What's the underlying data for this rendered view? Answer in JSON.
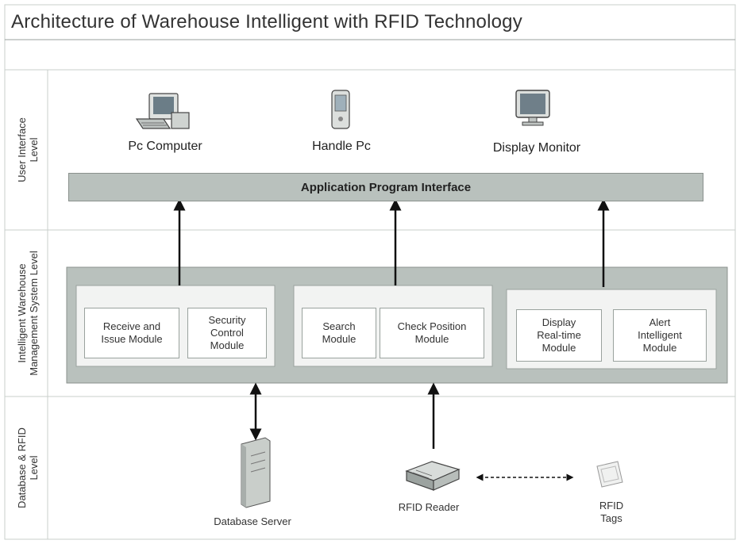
{
  "title": "Architecture of Warehouse Intelligent with RFID Technology",
  "levels": {
    "user_interface": [
      "User Interface",
      "Level"
    ],
    "management": [
      "Intelligent Warehouse",
      "Management System Level"
    ],
    "database": [
      "Database & RFID",
      "Level"
    ]
  },
  "devices": {
    "pc": "Pc Computer",
    "handle": "Handle Pc",
    "display": "Display Monitor"
  },
  "api_label": "Application Program Interface",
  "modules": {
    "receive": [
      "Receive and",
      "Issue Module"
    ],
    "security": [
      "Security",
      "Control",
      "Module"
    ],
    "search": [
      "Search",
      "Module"
    ],
    "check": [
      "Check Position",
      "Module"
    ],
    "realtime": [
      "Display",
      "Real-time",
      "Module"
    ],
    "alert": [
      "Alert",
      "Intelligent",
      "Module"
    ]
  },
  "hardware": {
    "db_server": "Database Server",
    "reader": "RFID Reader",
    "tags": [
      "RFID",
      "Tags"
    ]
  },
  "colors": {
    "band": "#b9c1bd",
    "group": "#f2f3f2",
    "lines": "#c8cfcb",
    "arrow": "#111111"
  },
  "icons": [
    "pc-computer-icon",
    "handheld-pc-icon",
    "display-monitor-icon",
    "database-server-icon",
    "rfid-reader-icon",
    "rfid-tag-icon"
  ]
}
